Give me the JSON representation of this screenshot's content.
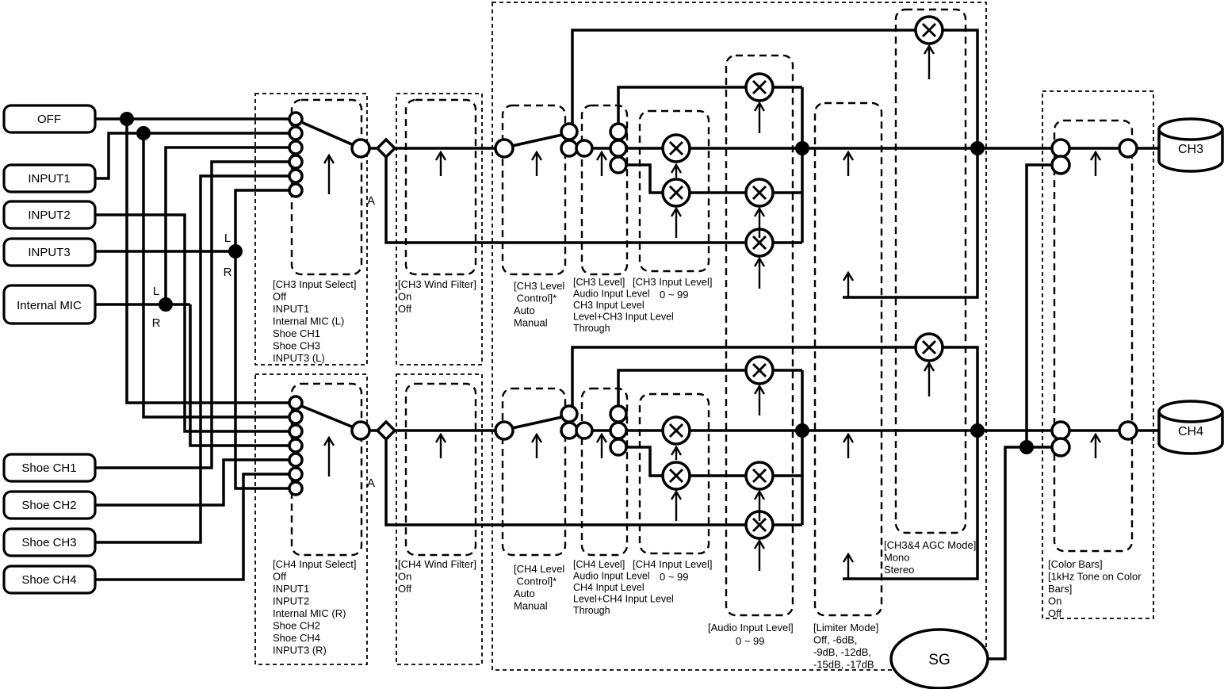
{
  "sources": {
    "off": "OFF",
    "input1": "INPUT1",
    "input2": "INPUT2",
    "input3": "INPUT3",
    "internal_mic": "Internal MIC",
    "shoe_ch1": "Shoe CH1",
    "shoe_ch2": "Shoe CH2",
    "shoe_ch3": "Shoe CH3",
    "shoe_ch4": "Shoe CH4"
  },
  "outputs": {
    "ch3": "CH3",
    "ch4": "CH4",
    "sg": "SG"
  },
  "labels": {
    "ch3_input_select": [
      "[CH3 Input Select]",
      "Off",
      "INPUT1",
      "Internal MIC (L)",
      "Shoe CH1",
      "Shoe CH3",
      "INPUT3 (L)"
    ],
    "ch3_wind_filter": [
      "[CH3 Wind Filter]",
      "On",
      "Off"
    ],
    "ch3_level_control": [
      "[CH3 Level",
      " Control]*",
      "Auto",
      "Manual"
    ],
    "ch3_level": [
      "[CH3 Level]",
      "Audio Input Level",
      "CH3 Input Level",
      "Level+CH3 Input Level",
      "Through"
    ],
    "ch3_input_level_title": "[CH3 Input Level]",
    "ch3_input_level_range": "0 ~ 99",
    "ch4_input_select": [
      "[CH4 Input Select]",
      "Off",
      "INPUT1",
      "INPUT2",
      "Internal MIC (R)",
      "Shoe CH2",
      "Shoe CH4",
      "INPUT3 (R)"
    ],
    "ch4_wind_filter": [
      "[CH4 Wind Filter]",
      "On",
      "Off"
    ],
    "ch4_level_control": [
      "[CH4 Level",
      " Control]*",
      "Auto",
      "Manual"
    ],
    "ch4_level": [
      "[CH4 Level]",
      "Audio Input Level",
      "CH4 Input Level",
      "Level+CH4 Input Level",
      "Through"
    ],
    "ch4_input_level_title": "[CH4 Input Level]",
    "ch4_input_level_range": "0 ~ 99",
    "audio_input_level_title": "[Audio Input Level]",
    "audio_input_level_range": "0 ~ 99",
    "limiter_mode": [
      "[Limiter Mode]",
      "Off, -6dB,",
      "-9dB, -12dB,",
      "-15dB, -17dB"
    ],
    "agc_mode": [
      "[CH3&4 AGC Mode]",
      "Mono",
      "Stereo"
    ],
    "color_bars": [
      "[Color Bars]",
      "[1kHz Tone on Color",
      "Bars]",
      "On",
      "Off"
    ],
    "branch_a_ch3": "A",
    "branch_a_ch4": "A",
    "mic_l": "L",
    "mic_r": "R",
    "input3_l": "L",
    "input3_r": "R"
  }
}
